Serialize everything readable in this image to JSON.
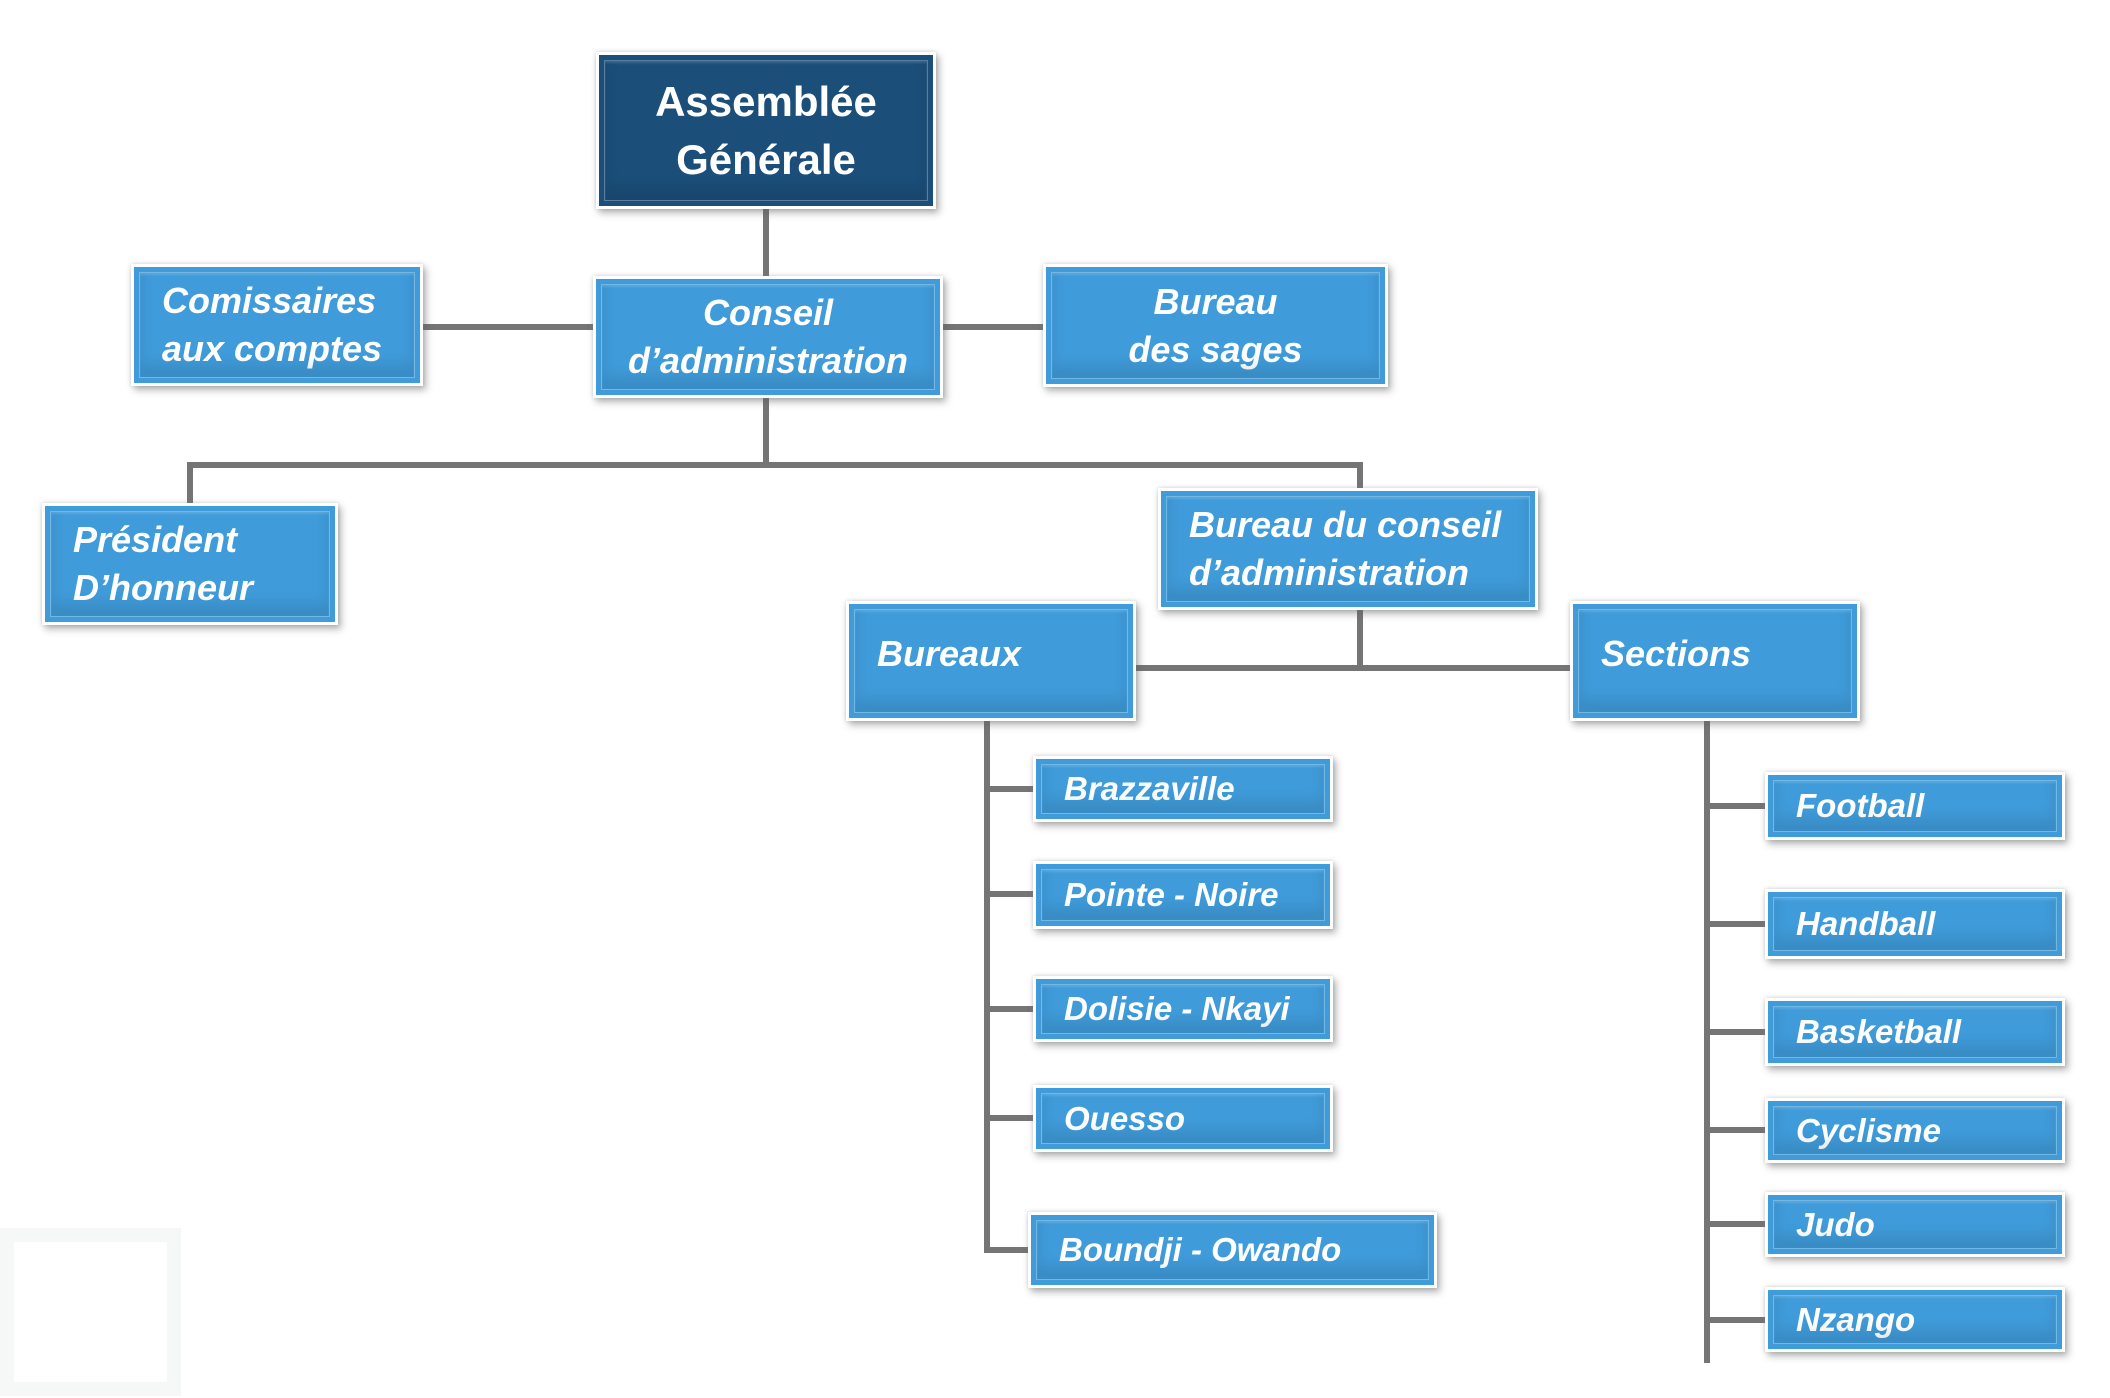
{
  "palette": {
    "root_box_blue": "#1B4E79",
    "node_box_blue": "#3F9BD9",
    "connector_gray": "#757575",
    "text_white": "#FFFFFF"
  },
  "org": {
    "assemblee": {
      "line1": "Assemblée",
      "line2": "Générale"
    },
    "comissaires": {
      "line1": "Comissaires",
      "line2": "aux comptes"
    },
    "conseil": {
      "line1": "Conseil",
      "line2": "d’administration"
    },
    "sages": {
      "line1": "Bureau",
      "line2": "des sages"
    },
    "president": {
      "line1": "Président",
      "line2": "D’honneur"
    },
    "bureau_conseil": {
      "line1": "Bureau du conseil",
      "line2": "d’administration"
    },
    "bureaux": {
      "label": "Bureaux",
      "children": [
        "Brazzaville",
        "Pointe - Noire",
        "Dolisie - Nkayi",
        "Ouesso",
        "Boundji - Owando"
      ]
    },
    "sections": {
      "label": "Sections",
      "children": [
        "Football",
        "Handball",
        "Basketball",
        "Cyclisme",
        "Judo",
        "Nzango"
      ]
    }
  }
}
